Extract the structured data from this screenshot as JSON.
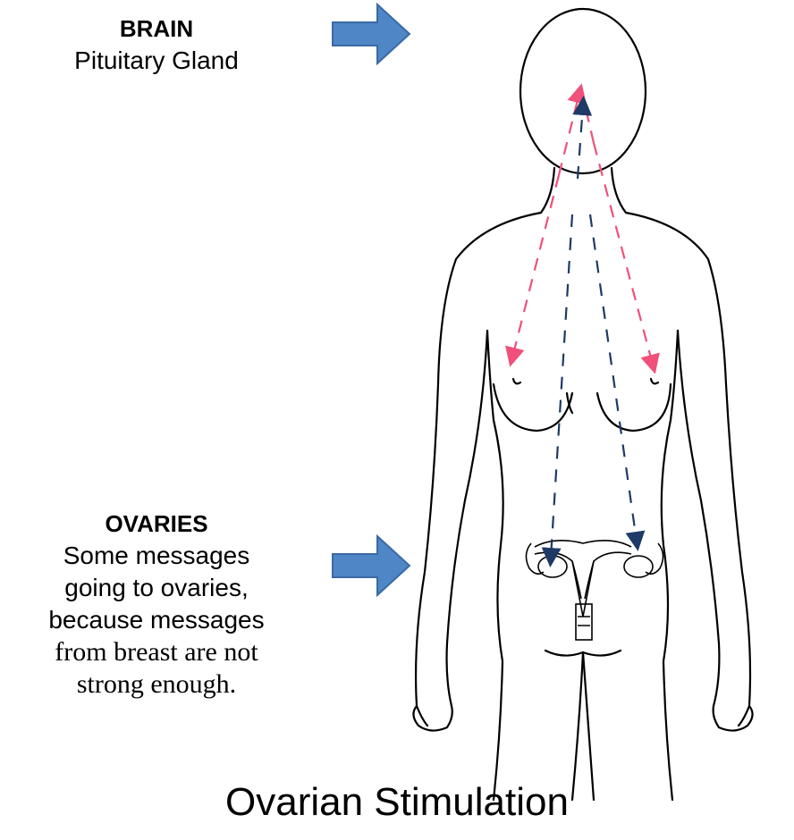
{
  "brain": {
    "title": "BRAIN",
    "subtitle": "Pituitary Gland"
  },
  "ovaries": {
    "title": "OVARIES",
    "lines": [
      "Some messages",
      "going to ovaries,",
      "because messages"
    ],
    "serif_lines": [
      "from breast are not",
      "strong enough."
    ]
  },
  "caption": "Ovarian Stimulation",
  "colors": {
    "arrow_fill": "#4f86c6",
    "arrow_stroke": "#3a6aa5",
    "pink_arrow": "#f0507a",
    "navy_arrow": "#1e3a66",
    "outline": "#000000"
  }
}
